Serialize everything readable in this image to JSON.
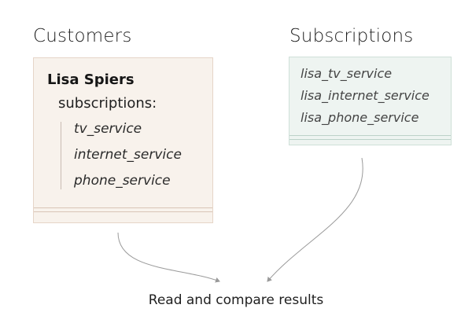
{
  "customers": {
    "heading": "Customers",
    "name": "Lisa Spiers",
    "subscriptions_label": "subscriptions:",
    "services": [
      "tv_service",
      "internet_service",
      "phone_service"
    ]
  },
  "subscriptions": {
    "heading": "Subscriptions",
    "items": [
      "lisa_tv_service",
      "lisa_internet_service",
      "lisa_phone_service"
    ]
  },
  "caption": "Read and compare results",
  "colors": {
    "customers_bg": "#f8f2ec",
    "subscriptions_bg": "#eef4f1",
    "arrow": "#9a9a9a"
  }
}
